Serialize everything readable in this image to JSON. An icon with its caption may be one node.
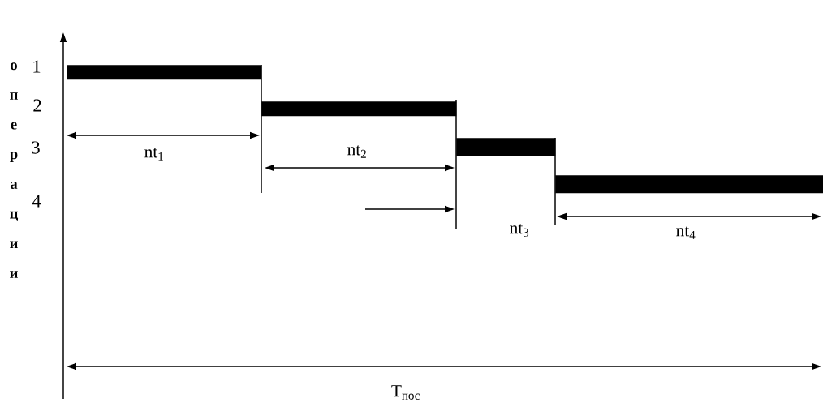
{
  "diagram": {
    "nodes": [
      {
        "text": [],
        "shape": "bar"
      },
      {
        "text": [],
        "shape": "bar"
      },
      {
        "text": [],
        "shape": "bar"
      },
      {
        "text": [],
        "shape": "bar"
      }
    ],
    "labels": [
      "операции",
      "1",
      "2",
      "3",
      "4",
      "nt$_{1}$",
      "nt$_{2}$",
      "nt$_{3}$",
      "nt$_{4}$",
      "T$_{пос}$"
    ]
  }
}
